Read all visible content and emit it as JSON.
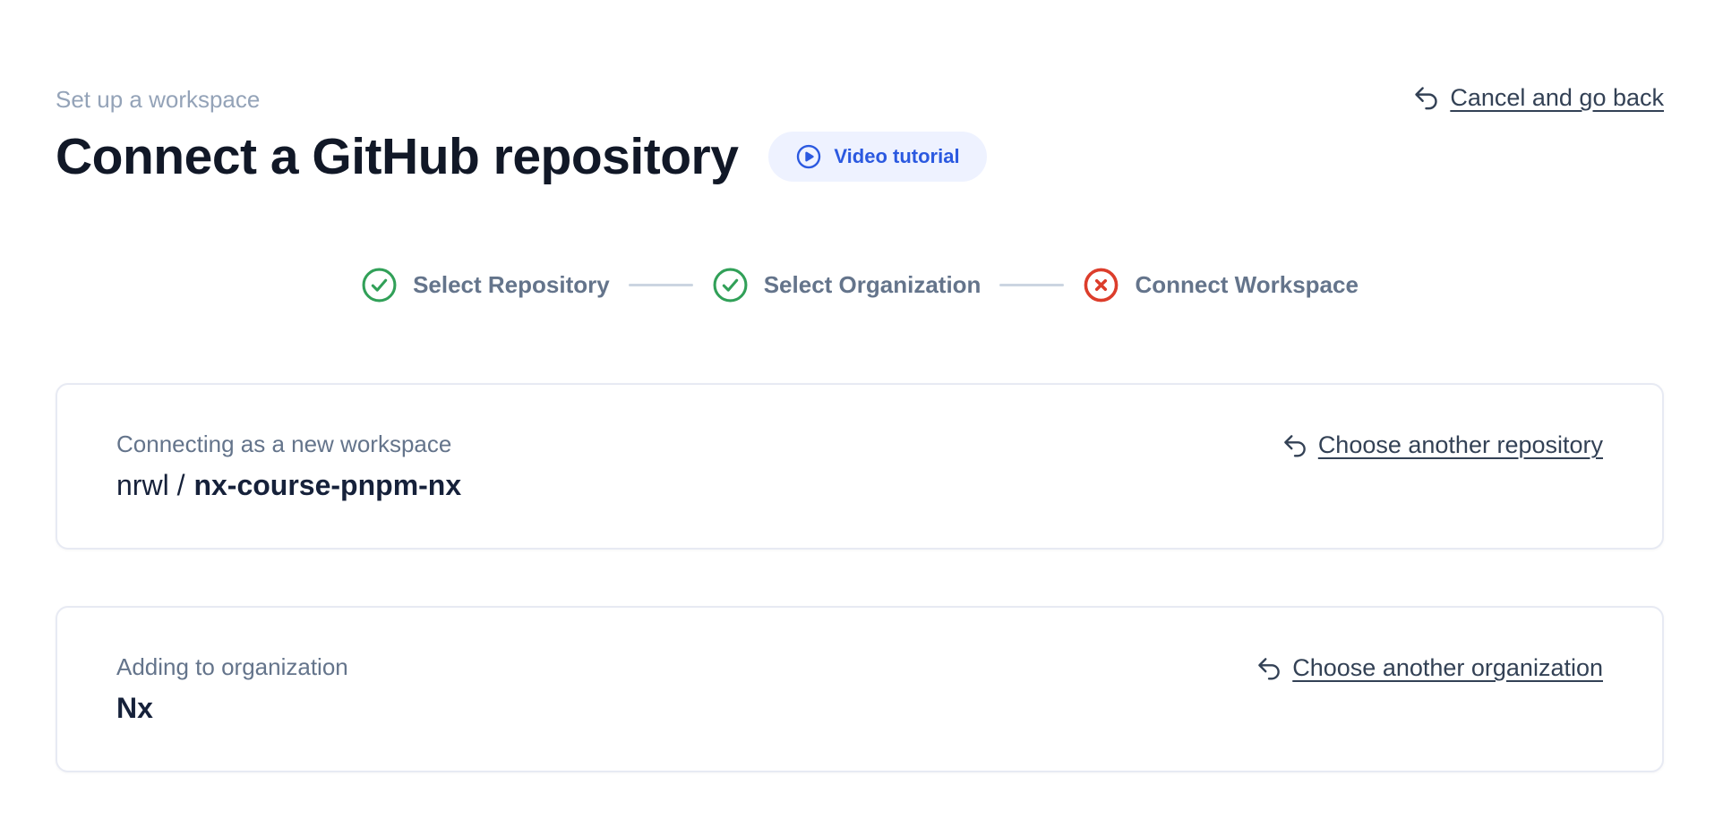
{
  "header": {
    "eyebrow": "Set up a workspace",
    "title": "Connect a GitHub repository",
    "video_tutorial": {
      "label": "Video tutorial"
    },
    "cancel": {
      "label": "Cancel and go back"
    }
  },
  "stepper": {
    "steps": [
      {
        "label": "Select Repository",
        "status": "complete"
      },
      {
        "label": "Select Organization",
        "status": "complete"
      },
      {
        "label": "Connect Workspace",
        "status": "error"
      }
    ]
  },
  "repository_card": {
    "label": "Connecting as a new workspace",
    "owner_prefix": "nrwl /",
    "repo_name": "nx-course-pnpm-nx",
    "action": "Choose another repository"
  },
  "organization_card": {
    "label": "Adding to organization",
    "org_name": "Nx",
    "action": "Choose another organization"
  },
  "colors": {
    "accent_blue": "#2b59e0",
    "pill_background": "#eef2ff",
    "success_green": "#31a058",
    "error_red": "#dc3d2b",
    "muted_text": "#94a3b8",
    "label_text": "#64748b",
    "dark_text": "#111827",
    "link_text": "#334155",
    "card_border": "#e7eaf3",
    "connector_gray": "#cbd5e1"
  }
}
